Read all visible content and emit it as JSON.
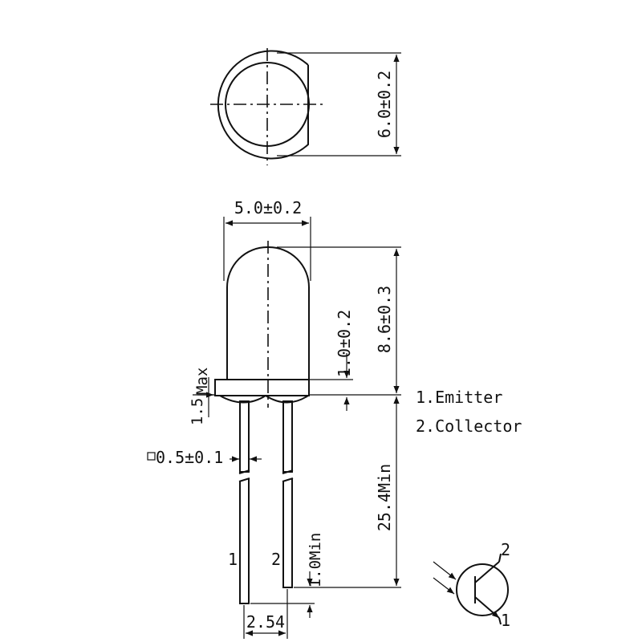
{
  "dimensions": {
    "top_diameter": "6.0±0.2",
    "body_width": "5.0±0.2",
    "total_height": "8.6±0.3",
    "flange_height": "1.0±0.2",
    "flange_overhang": "1.5",
    "flange_overhang_suffix": "Max",
    "lead_size": "0.5±0.1",
    "lead_length": "25.4Min",
    "lead_end": "1.0Min",
    "lead_pitch": "2.54"
  },
  "leads": {
    "left_number": "1",
    "right_number": "2"
  },
  "legend": {
    "pin1": "1.Emitter",
    "pin2": "2.Collector"
  },
  "symbol": {
    "pin_top": "2",
    "pin_bottom": "1"
  },
  "icons": {
    "lead_size_prefix": "square-icon",
    "symbol": "phototransistor-icon"
  }
}
